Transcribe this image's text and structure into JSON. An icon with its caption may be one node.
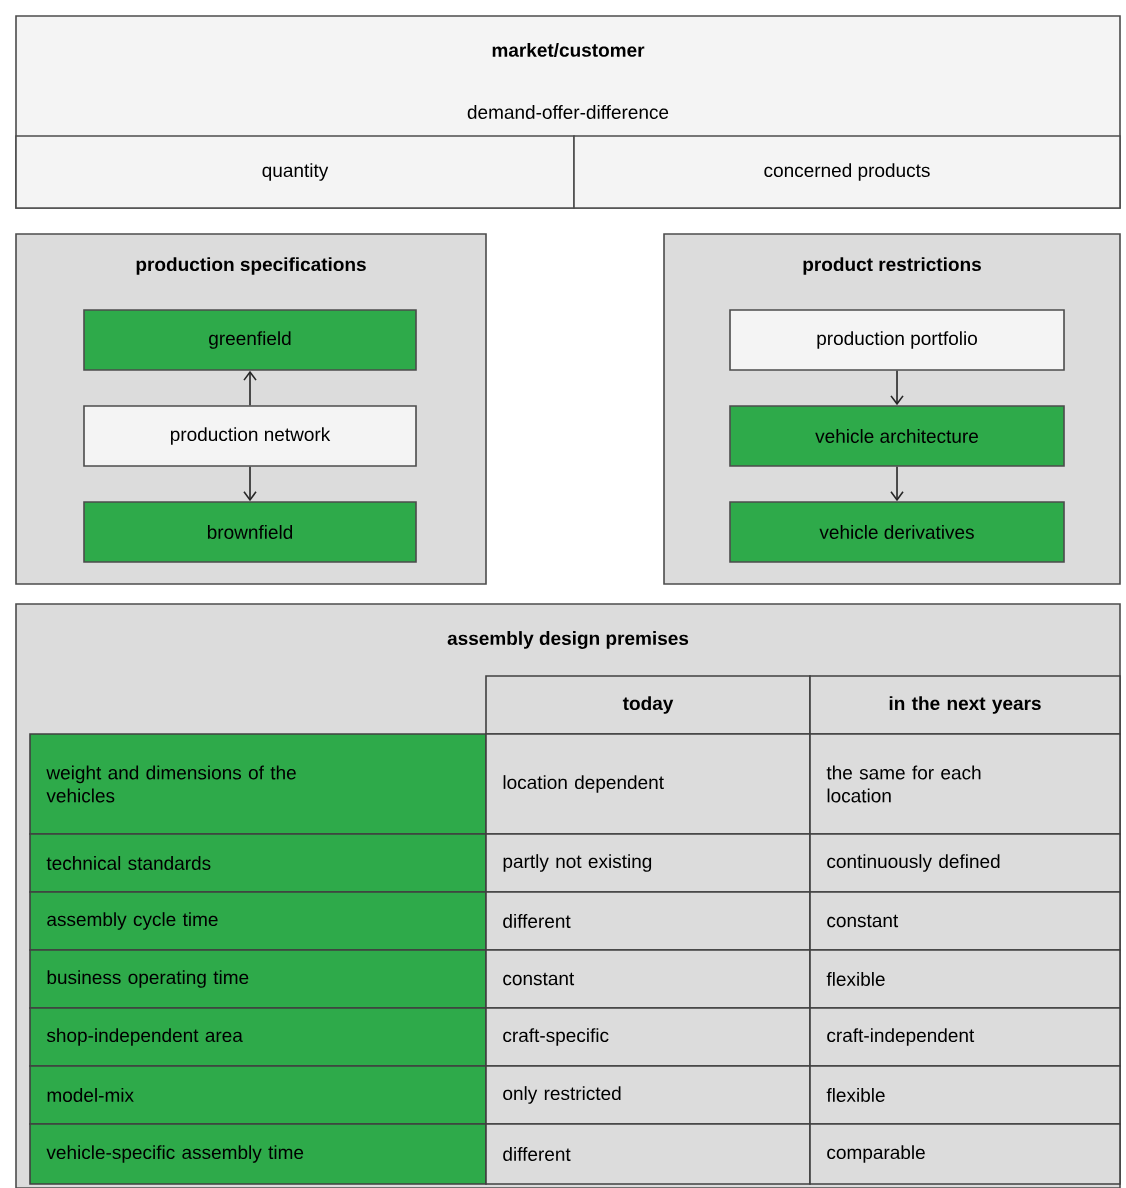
{
  "diagram": {
    "nodes": [
      {
        "text": [
          "market/customer",
          "demand-offer-difference"
        ]
      },
      {
        "text": [
          "quantity"
        ],
        "in": 0
      },
      {
        "text": [
          "concerned products"
        ],
        "in": 0
      },
      {
        "text": [
          "production specifications"
        ]
      },
      {
        "text": [
          "greenfield"
        ],
        "in": 3
      },
      {
        "text": [
          "production network"
        ],
        "in": 3
      },
      {
        "text": [
          "brownfield"
        ],
        "in": 3
      },
      {
        "text": [
          "product restrictions"
        ]
      },
      {
        "text": [
          "production portfolio"
        ],
        "in": 7
      },
      {
        "text": [
          "vehicle architecture"
        ],
        "in": 7
      },
      {
        "text": [
          "vehicle derivatives"
        ],
        "in": 7
      },
      {
        "text": [
          "assembly design premises"
        ]
      }
    ],
    "edges": [
      {
        "from": 5,
        "to": 4,
        "arrow": "to"
      },
      {
        "from": 5,
        "to": 6,
        "arrow": "to"
      },
      {
        "from": 8,
        "to": 9,
        "arrow": "to"
      },
      {
        "from": 9,
        "to": 10,
        "arrow": "to"
      }
    ],
    "labels": [
      "today",
      "in the next years",
      "weight and dimensions of the vehicles",
      "location dependent",
      "the same for each location",
      "technical standards",
      "partly not existing",
      "continuously defined",
      "assembly cycle time",
      "different",
      "constant",
      "business operating time",
      "constant",
      "flexible",
      "shop-independent area",
      "craft-specific",
      "craft-independent",
      "model-mix",
      "only restricted",
      "flexible",
      "vehicle-specific assembly time",
      "different",
      "comparable"
    ]
  }
}
